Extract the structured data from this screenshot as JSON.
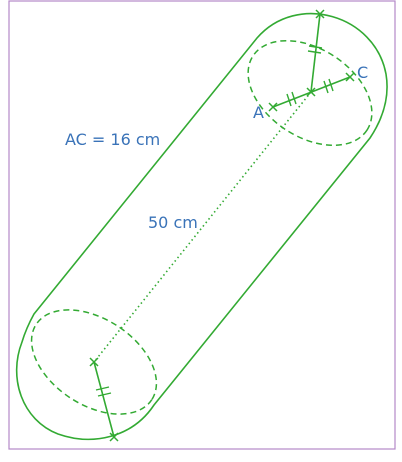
{
  "diagram": {
    "labels": {
      "A": "A",
      "C": "C",
      "ac_length": "AC = 16 cm",
      "height": "50 cm"
    },
    "colors": {
      "stroke": "#33aa33",
      "text": "#3a73b8",
      "border": "#b488c8"
    }
  }
}
